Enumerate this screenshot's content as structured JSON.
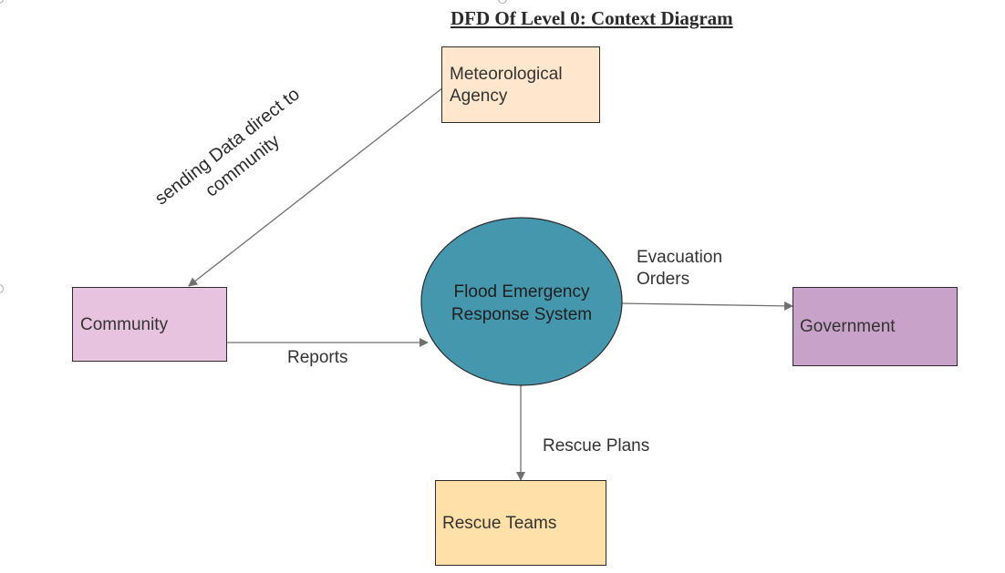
{
  "title": "DFD Of Level 0: Context Diagram",
  "process": {
    "line1": "Flood Emergency",
    "line2": "Response System"
  },
  "entities": {
    "meteorological": {
      "line1": "Meteorological",
      "line2": "Agency"
    },
    "community": "Community",
    "government": "Government",
    "rescue_teams": "Rescue Teams"
  },
  "flows": {
    "sending_data": {
      "line1": "sending Data direct to",
      "line2": "community"
    },
    "reports": "Reports",
    "evacuation": {
      "line1": "Evacuation",
      "line2": "Orders"
    },
    "rescue_plans": "Rescue Plans"
  },
  "colors": {
    "process_fill": "#4597AE",
    "meteorological_fill": "#FFE6CC",
    "community_fill": "#E8C3DF",
    "government_fill": "#C8A2C8",
    "rescue_fill": "#FFE0A8",
    "arrow": "#707070"
  }
}
